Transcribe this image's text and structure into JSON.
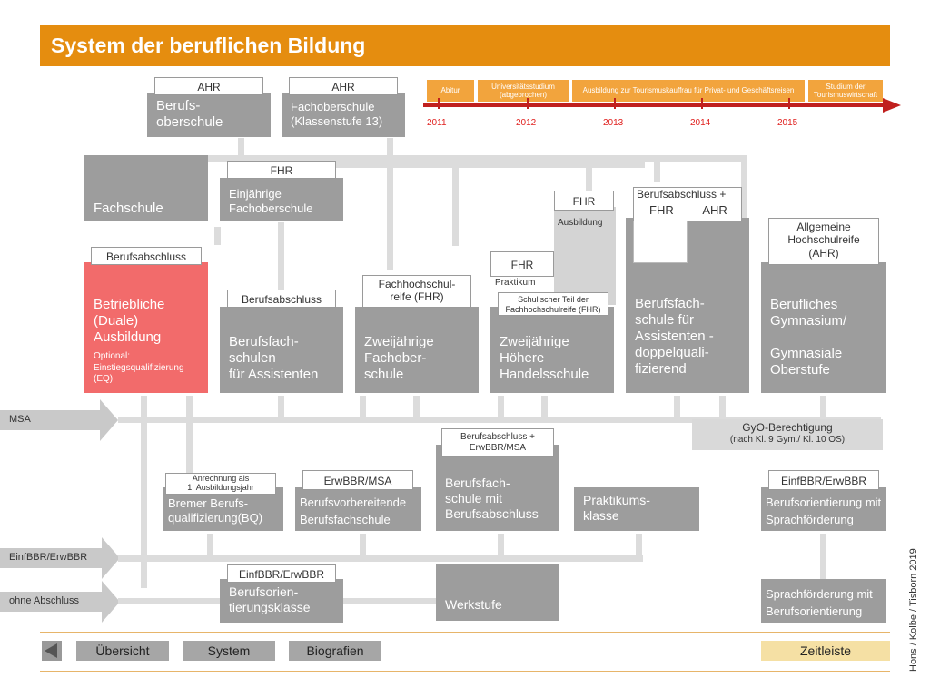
{
  "header": {
    "title": "System der beruflichen Bildung"
  },
  "timeline": {
    "items": [
      "Abitur",
      "Universitätsstudium (abgebrochen)",
      "Ausbildung zur Tourismuskauffrau für Privat- und Geschäftsreisen",
      "Studium der Tourismuswirtschaft"
    ],
    "years": [
      "2011",
      "2012",
      "2013",
      "2014",
      "2015"
    ]
  },
  "top_boxes": {
    "berufsoberschule": {
      "label": "AHR",
      "title": "Berufs-\noberschule"
    },
    "fachoberschule13": {
      "label": "AHR",
      "title": "Fachoberschule\n(Klassenstufe 13)"
    }
  },
  "fachschule": {
    "title": "Fachschule"
  },
  "einjaehrig": {
    "label": "FHR",
    "title": "Einjährige\nFachoberschule"
  },
  "duale": {
    "label": "Berufsabschluss",
    "title": "Betriebliche\n(Duale)\nAusbildung",
    "note": "Optional:\nEinstiegsqualifizierung\n(EQ)"
  },
  "assistenten": {
    "label": "Berufsabschluss",
    "title": "Berufsfach-\nschulen\nfür Assistenten"
  },
  "zweijaehrig_fos": {
    "label": "Fachhochschul-\nreife (FHR)",
    "title": "Zweijährige\nFachober-\nschule"
  },
  "handelsschule": {
    "label": "FHR",
    "practicum": "Praktikum",
    "school_part": "Schulischer Teil der\nFachhochschulreife (FHR)",
    "title": "Zweijährige\nHöhere\nHandelsschule",
    "upper_label": "FHR",
    "upper_note": "Ausbildung"
  },
  "doppel": {
    "label_top": "Berufsabschluss +",
    "label_fhr": "FHR",
    "label_ahr": "AHR",
    "title": "Berufsfach-\nschule für\nAssistenten -\ndoppelquali-\nfizierend"
  },
  "gymnasium": {
    "label": "Allgemeine\nHochschulreife\n(AHR)",
    "title": "Berufliches\nGymnasium/\n\nGymnasiale\nOberstufe"
  },
  "entries": {
    "msa": "MSA",
    "einf": "EinfBBR/ErwBBR",
    "ohne": "ohne Abschluss"
  },
  "gyo": {
    "title": "GyO-Berechtigung",
    "sub": "(nach Kl. 9 Gym./  Kl. 10 OS)"
  },
  "bq": {
    "label": "Anrechnung als\n1. Ausbildungsjahr",
    "title": "Bremer Berufs-\nqualifizierung(BQ)"
  },
  "bvb": {
    "label": "ErwBBR/MSA",
    "title": "Berufsvorbereitende\nBerufsfachschule"
  },
  "bfs_abschluss": {
    "label": "Berufsabschluss +\nErwBBR/MSA",
    "title": "Berufsfach-\nschule mit\nBerufsabschluss"
  },
  "praktikum": {
    "title": "Praktikums-\nklasse"
  },
  "sprach_top": {
    "label": "EinfBBR/ErwBBR",
    "title": "Berufsorientierung mit\nSprachförderung"
  },
  "bok": {
    "label": "EinfBBR/ErwBBR",
    "title": "Berufsorien-\ntierungsklasse"
  },
  "werkstufe": {
    "title": "Werkstufe"
  },
  "sprach_bottom": {
    "title": "Sprachförderung mit\nBerufsorientierung"
  },
  "nav": {
    "uebersicht": "Übersicht",
    "system": "System",
    "biografien": "Biografien",
    "zeitleiste": "Zeitleiste"
  },
  "credit": "Hons / Kolbe / Tisborn 2019",
  "colors": {
    "accent": "#e58d0f",
    "box": "#9d9d9d",
    "red": "#f26b6b",
    "timeline_arrow": "#c0201e"
  }
}
